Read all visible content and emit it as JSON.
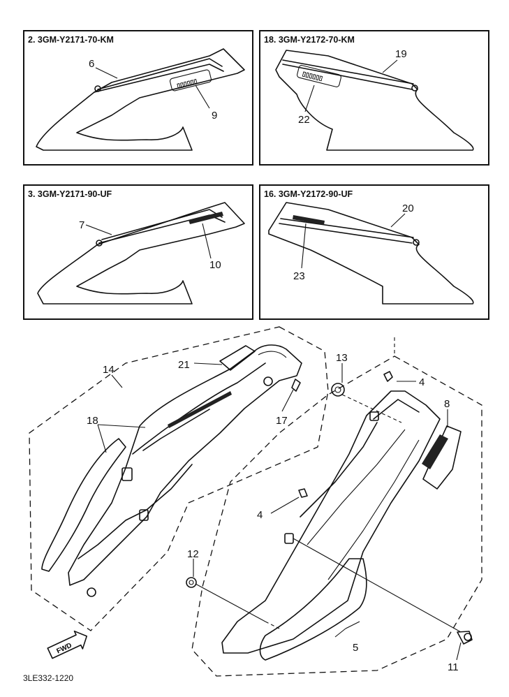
{
  "variant_boxes": [
    {
      "label": "2. 3GM-Y2171-70-KM",
      "callouts": [
        "6",
        "9"
      ]
    },
    {
      "label": "18. 3GM-Y2172-70-KM",
      "callouts": [
        "19",
        "22"
      ]
    },
    {
      "label": "3. 3GM-Y2171-90-UF",
      "callouts": [
        "7",
        "10"
      ]
    },
    {
      "label": "16. 3GM-Y2172-90-UF",
      "callouts": [
        "20",
        "23"
      ]
    }
  ],
  "main_callouts": {
    "c14": "14",
    "c21": "21",
    "c17": "17",
    "c18": "18",
    "c13": "13",
    "c4a": "4",
    "c4b": "4",
    "c8": "8",
    "c12": "12",
    "c5": "5",
    "c11": "11"
  },
  "fwd_label": "FWD",
  "part_number": "3LE332-1220"
}
